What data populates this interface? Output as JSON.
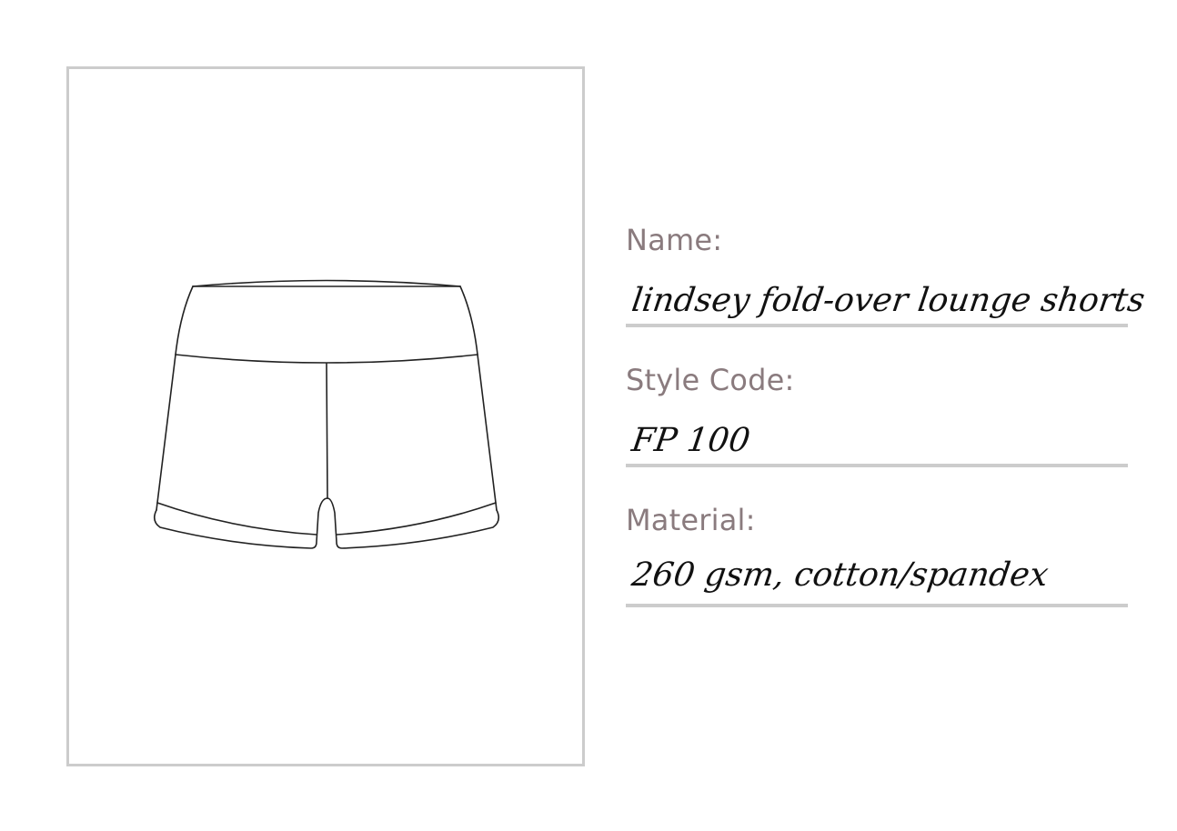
{
  "sheet": {
    "fields": [
      {
        "label": "Name:",
        "value": "lindsey fold-over lounge shorts"
      },
      {
        "label": "Style Code:",
        "value": "FP 100"
      },
      {
        "label": "Material:",
        "value": "260 gsm, cotton/spandex"
      }
    ]
  },
  "colors": {
    "label": "#8a7b7e",
    "rule": "#cccccc",
    "ink": "#111111"
  }
}
